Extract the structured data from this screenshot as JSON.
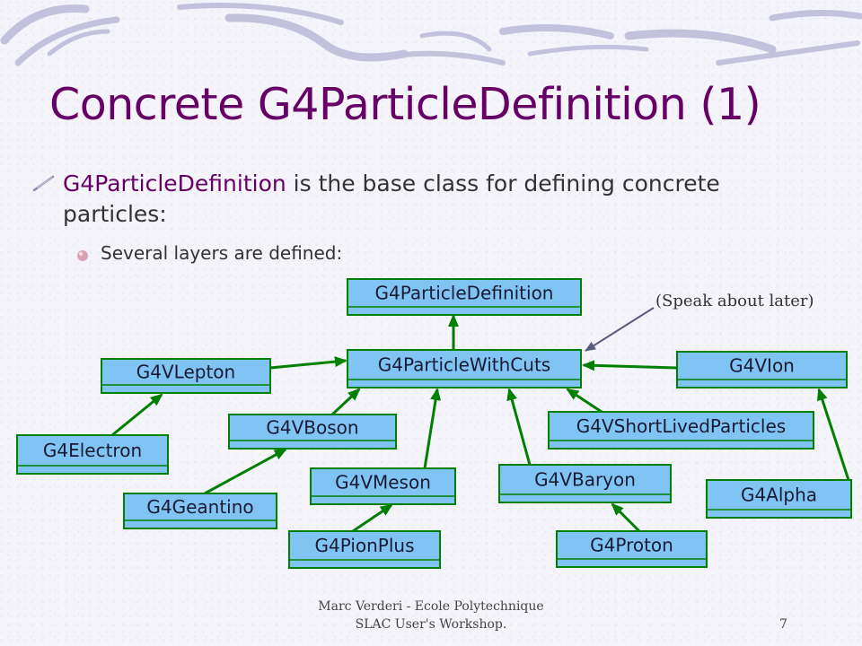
{
  "slide": {
    "title": "Concrete G4ParticleDefinition (1)",
    "bullet1": {
      "highlight": "G4ParticleDefinition",
      "rest": " is the base class for defining concrete particles:"
    },
    "bullet2": "Several layers are defined:"
  },
  "diagram": {
    "boxes": [
      "G4ParticleDefinition",
      "G4ParticleWithCuts",
      "G4VLepton",
      "G4VIon",
      "G4Electron",
      "G4VBoson",
      "G4VShortLivedParticles",
      "G4VMeson",
      "G4VBaryon",
      "G4Geantino",
      "G4Alpha",
      "G4PionPlus",
      "G4Proton"
    ],
    "note": "(Speak about later)",
    "colors": {
      "box_fill": "#7fc4f2",
      "box_border": "#008000",
      "arrow": "#008000",
      "note_arrow": "#5a5a7a"
    }
  },
  "footer": {
    "line1": "Marc Verderi - Ecole Polytechnique",
    "line2": "SLAC User's Workshop.",
    "page": "7"
  },
  "theme": {
    "title_color": "#660066",
    "text_color": "#333333",
    "bullet1_icon": "quill-bullet-icon",
    "bullet2_icon": "pink-dot-bullet-icon"
  }
}
